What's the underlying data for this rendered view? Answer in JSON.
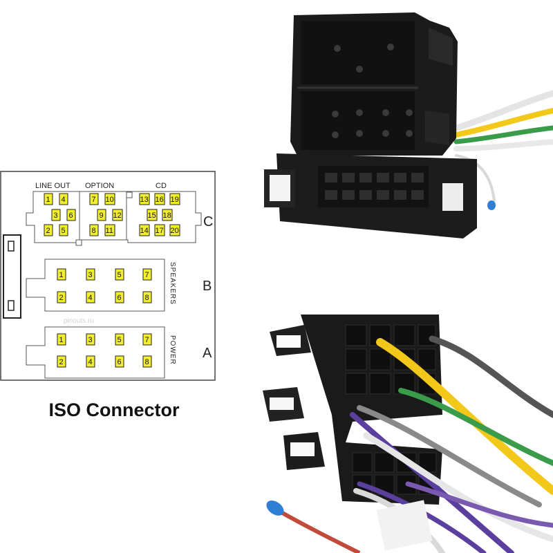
{
  "diagram": {
    "block_c": {
      "row_letter": "C",
      "group_labels": [
        "LINE OUT",
        "OPTION",
        "CD"
      ],
      "line_out_pins": [
        [
          "1",
          "4"
        ],
        [
          "3",
          "6"
        ],
        [
          "2",
          "5"
        ]
      ],
      "option_pins": [
        [
          "7",
          "10"
        ],
        [
          "9",
          "12"
        ],
        [
          "8",
          "11"
        ]
      ],
      "cd_pins": [
        [
          "13",
          "16",
          "19"
        ],
        [
          "15",
          "18"
        ],
        [
          "14",
          "17",
          "20"
        ]
      ]
    },
    "block_b": {
      "row_letter": "B",
      "side_label": "SPEAKERS",
      "pins": [
        [
          "1",
          "3",
          "5",
          "7"
        ],
        [
          "2",
          "4",
          "6",
          "8"
        ]
      ]
    },
    "block_a": {
      "row_letter": "A",
      "side_label": "POWER",
      "pins": [
        [
          "1",
          "3",
          "5",
          "7"
        ],
        [
          "2",
          "4",
          "6",
          "8"
        ]
      ]
    },
    "watermark": "pinouts.ru"
  },
  "caption": "ISO Connector",
  "colors": {
    "pin_fill": "#f2ef2c",
    "outline": "#444444",
    "connector_body": "#1a1a1a",
    "wire_yellow": "#f2c81a",
    "wire_purple": "#5a3f9e",
    "wire_green": "#3a9c4a",
    "wire_gray": "#8a8a8a",
    "wire_white": "#eeeeee",
    "wire_red": "#c24a3a",
    "wire_blue_tip": "#2f7fd6"
  }
}
